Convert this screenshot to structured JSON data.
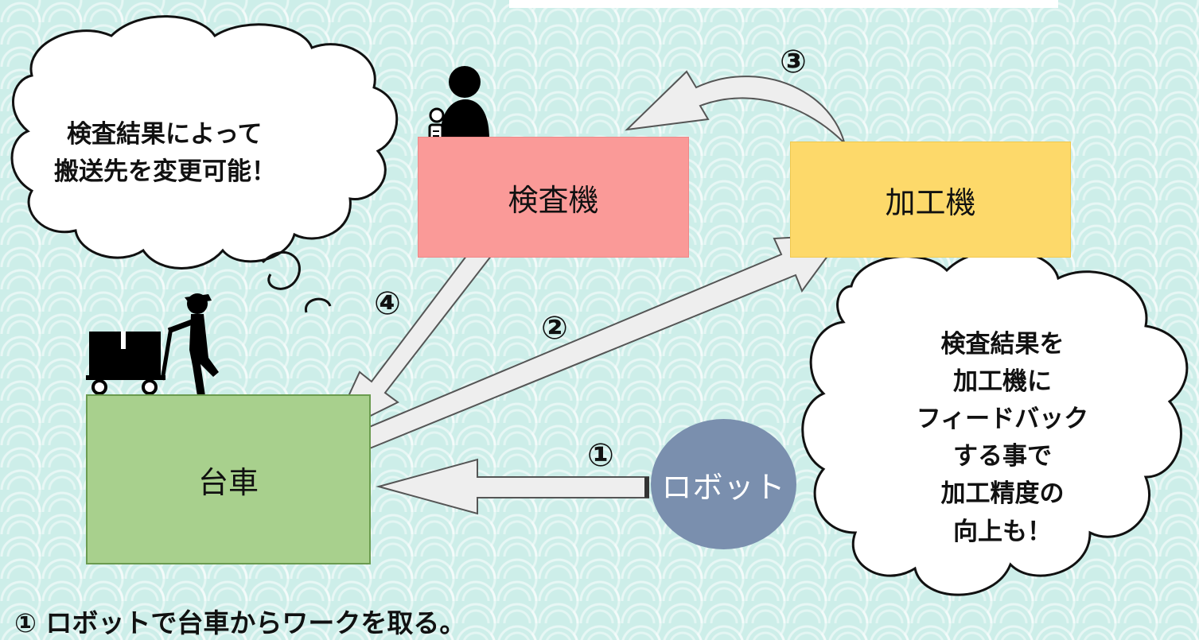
{
  "diagram": {
    "nodes": {
      "inspection_machine": "検査機",
      "processing_machine": "加工機",
      "cart": "台車",
      "robot": "ロボット"
    },
    "step_labels": [
      "①",
      "②",
      "③",
      "④"
    ],
    "cloud_left": {
      "line1": "検査結果によって",
      "line2": "搬送先を変更可能！"
    },
    "cloud_right": {
      "lines": [
        "検査結果を",
        "加工機に",
        "フィードバック",
        "する事で",
        "加工精度の",
        "向上も！"
      ]
    },
    "bottom_text": "① ロボットで台車からワークを取る。"
  },
  "colors": {
    "background": "#cdeee9",
    "inspection_box": "#fa9a98",
    "processing_box": "#fdd96a",
    "cart_box": "#a8d08d",
    "robot_circle": "#7a8fae",
    "arrow_fill": "#eeeeee"
  },
  "icons": [
    "person-with-badge-icon",
    "worker-pushing-cart-icon"
  ]
}
